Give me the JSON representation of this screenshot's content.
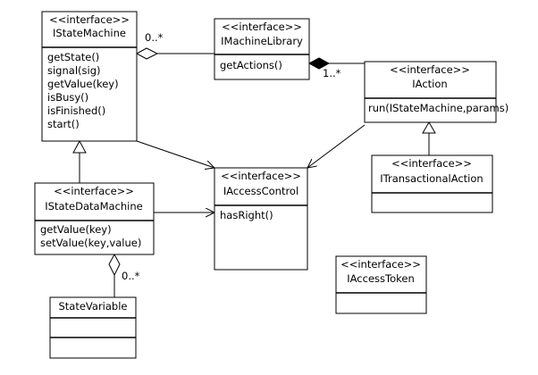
{
  "diagram": {
    "stereotype": "<<interface>>",
    "classes": {
      "IStateMachine": {
        "stereotype": "<<interface>>",
        "name": "IStateMachine",
        "methods": [
          "getState()",
          "signal(sig)",
          "getValue(key)",
          "isBusy()",
          "isFinished()",
          "start()"
        ]
      },
      "IMachineLibrary": {
        "stereotype": "<<interface>>",
        "name": "IMachineLibrary",
        "methods": [
          "getActions()"
        ]
      },
      "IAction": {
        "stereotype": "<<interface>>",
        "name": "IAction",
        "methods": [
          "run(IStateMachine,params)"
        ]
      },
      "IAccessControl": {
        "stereotype": "<<interface>>",
        "name": "IAccessControl",
        "methods": [
          "hasRight()"
        ]
      },
      "IStateDataMachine": {
        "stereotype": "<<interface>>",
        "name": "IStateDataMachine",
        "methods": [
          "getValue(key)",
          "setValue(key,value)"
        ]
      },
      "ITransactionalAction": {
        "stereotype": "<<interface>>",
        "name": "ITransactionalAction",
        "methods": []
      },
      "IAccessToken": {
        "stereotype": "<<interface>>",
        "name": "IAccessToken",
        "methods": []
      },
      "StateVariable": {
        "name": "StateVariable",
        "methods": []
      }
    },
    "multiplicities": {
      "machine_library_aggregation": "0..*",
      "library_action_composition": "1..*",
      "state_variable_aggregation": "0..*"
    },
    "relationships": [
      {
        "from": "IMachineLibrary",
        "to": "IStateMachine",
        "kind": "aggregation",
        "multiplicity": "0..*"
      },
      {
        "from": "IMachineLibrary",
        "to": "IAction",
        "kind": "composition",
        "multiplicity": "1..*"
      },
      {
        "from": "IStateMachine",
        "to": "IAccessControl",
        "kind": "dependency"
      },
      {
        "from": "IAction",
        "to": "IAccessControl",
        "kind": "dependency"
      },
      {
        "from": "IStateDataMachine",
        "to": "IAccessControl",
        "kind": "dependency"
      },
      {
        "from": "IStateDataMachine",
        "to": "IStateMachine",
        "kind": "generalization"
      },
      {
        "from": "ITransactionalAction",
        "to": "IAction",
        "kind": "generalization"
      },
      {
        "from": "StateVariable",
        "to": "IStateDataMachine",
        "kind": "aggregation",
        "multiplicity": "0..*"
      }
    ]
  }
}
